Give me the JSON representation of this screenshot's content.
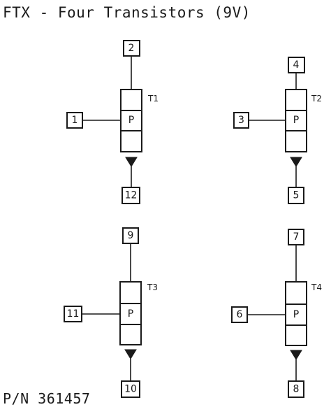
{
  "title": "FTX - Four Transistors (9V)",
  "part_number": "P/N 361457",
  "transistors": [
    {
      "label": "T1",
      "base_label": "P",
      "top_pin": "2",
      "left_pin": "1",
      "bottom_pin": "12"
    },
    {
      "label": "T2",
      "base_label": "P",
      "top_pin": "4",
      "left_pin": "3",
      "bottom_pin": "5"
    },
    {
      "label": "T3",
      "base_label": "P",
      "top_pin": "9",
      "left_pin": "11",
      "bottom_pin": "10"
    },
    {
      "label": "T4",
      "base_label": "P",
      "top_pin": "7",
      "left_pin": "6",
      "bottom_pin": "8"
    }
  ]
}
